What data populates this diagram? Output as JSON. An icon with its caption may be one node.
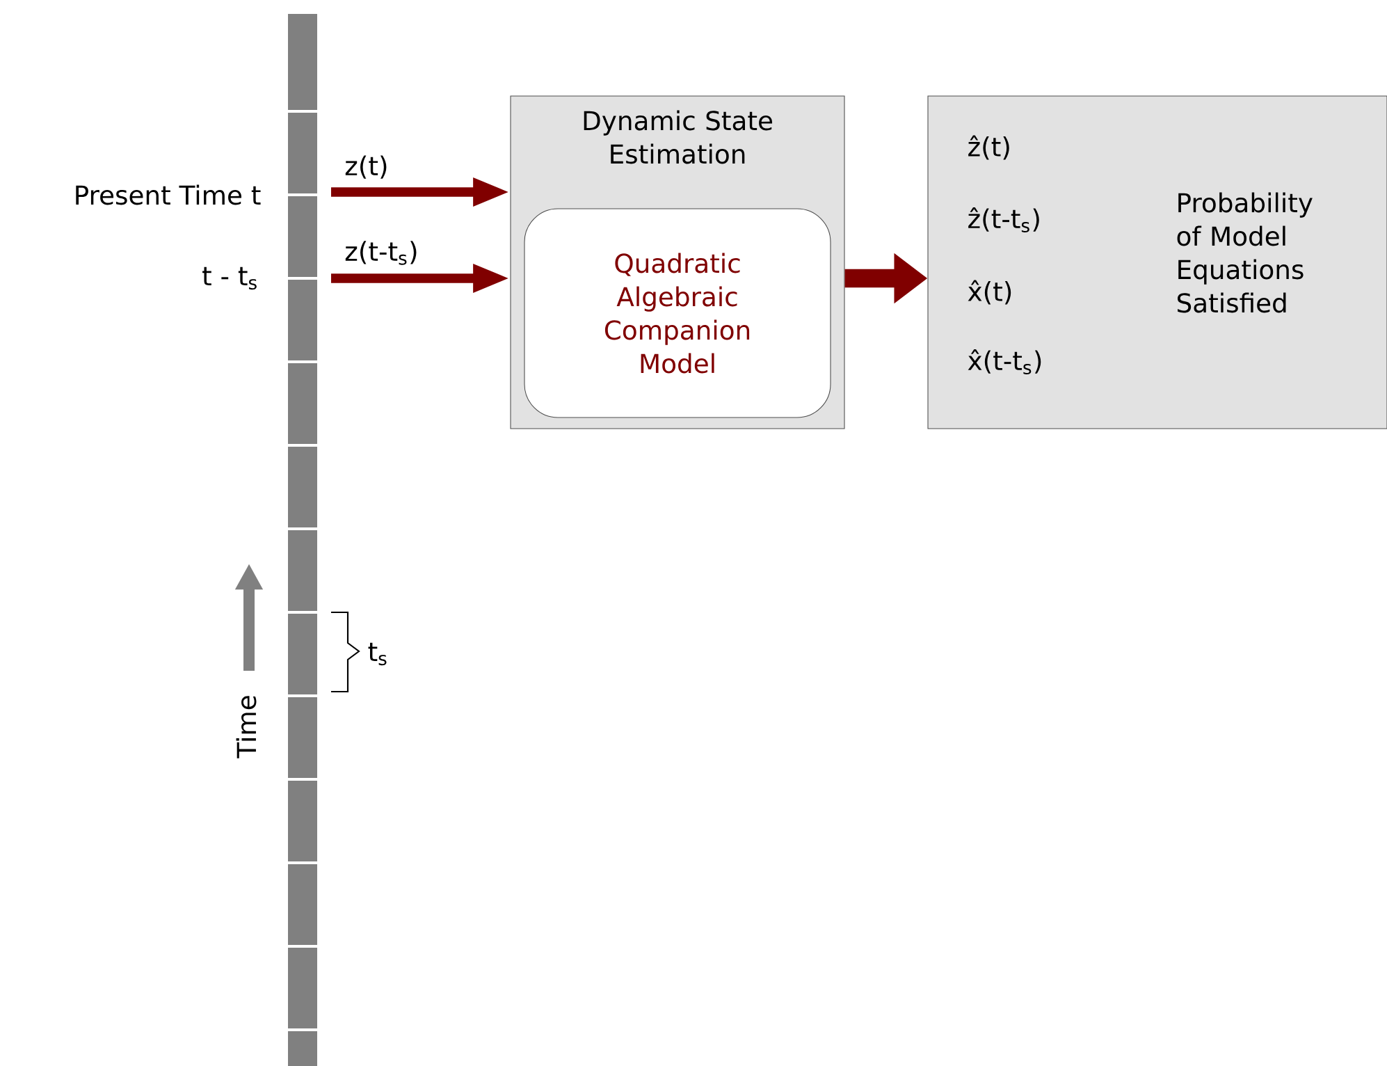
{
  "diagram": {
    "nodes": [
      {
        "text": [
          "Dynamic State Estimation"
        ]
      },
      {
        "text": [
          "Quadratic Algebraic Companion Model"
        ],
        "in": 0
      },
      {
        "text": [
          "ẑ(t)",
          "ẑ(t-t$_{s}$)",
          "x̂(t)",
          "x̂(t-t$_{s}$)",
          "Probability of Model Equations Satisfied"
        ]
      }
    ],
    "edges": [
      {
        "from": null,
        "to": 0,
        "arrow": "to",
        "label": "z(t)"
      },
      {
        "from": null,
        "to": 0,
        "arrow": "to",
        "label": "z(t-t$_{s}$)"
      },
      {
        "from": 0,
        "to": 2,
        "arrow": "to",
        "style": "thick"
      }
    ],
    "labels": [
      "Present Time t",
      "t - t$_{s}$",
      "Time",
      "t$_{s}$"
    ]
  }
}
